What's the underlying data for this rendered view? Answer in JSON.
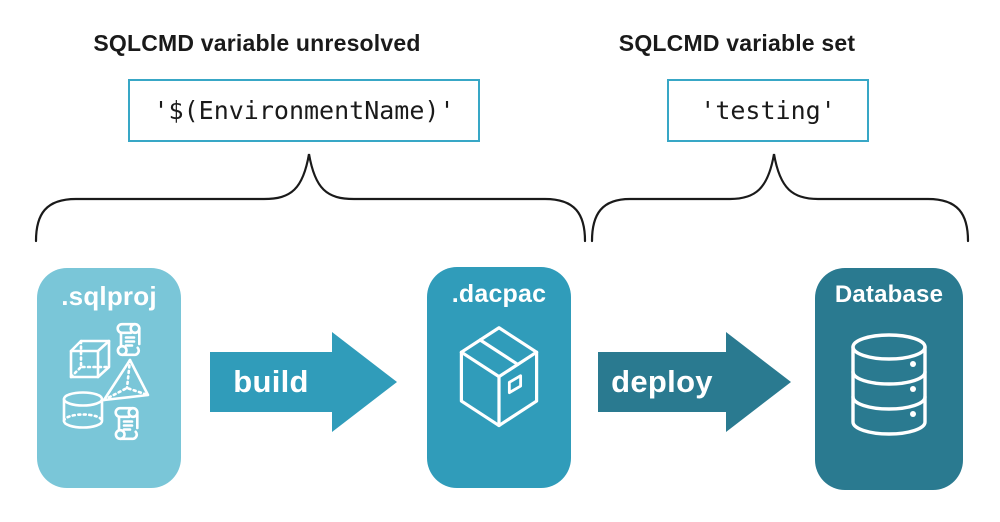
{
  "diagram": {
    "annotations": {
      "left": {
        "heading": "SQLCMD variable unresolved",
        "code": "'$(EnvironmentName)'"
      },
      "right": {
        "heading": "SQLCMD variable set",
        "code": "'testing'"
      }
    },
    "pipeline": {
      "nodes": [
        {
          "label": ".sqlproj",
          "icon": "sql-objects-icon",
          "color": "#7ac6d8"
        },
        {
          "label": ".dacpac",
          "icon": "package-box-icon",
          "color": "#309cba"
        },
        {
          "label": "Database",
          "icon": "database-cylinder-icon",
          "color": "#2a7a90"
        }
      ],
      "arrows": [
        {
          "label": "build",
          "color": "#309cba"
        },
        {
          "label": "deploy",
          "color": "#2a7a90"
        }
      ]
    },
    "colors": {
      "background": "#ffffff",
      "text": "#1a1a1a",
      "code_box_border": "#38a7c6",
      "brace_stroke": "#1a1a1a",
      "icon_stroke": "#ffffff"
    }
  }
}
